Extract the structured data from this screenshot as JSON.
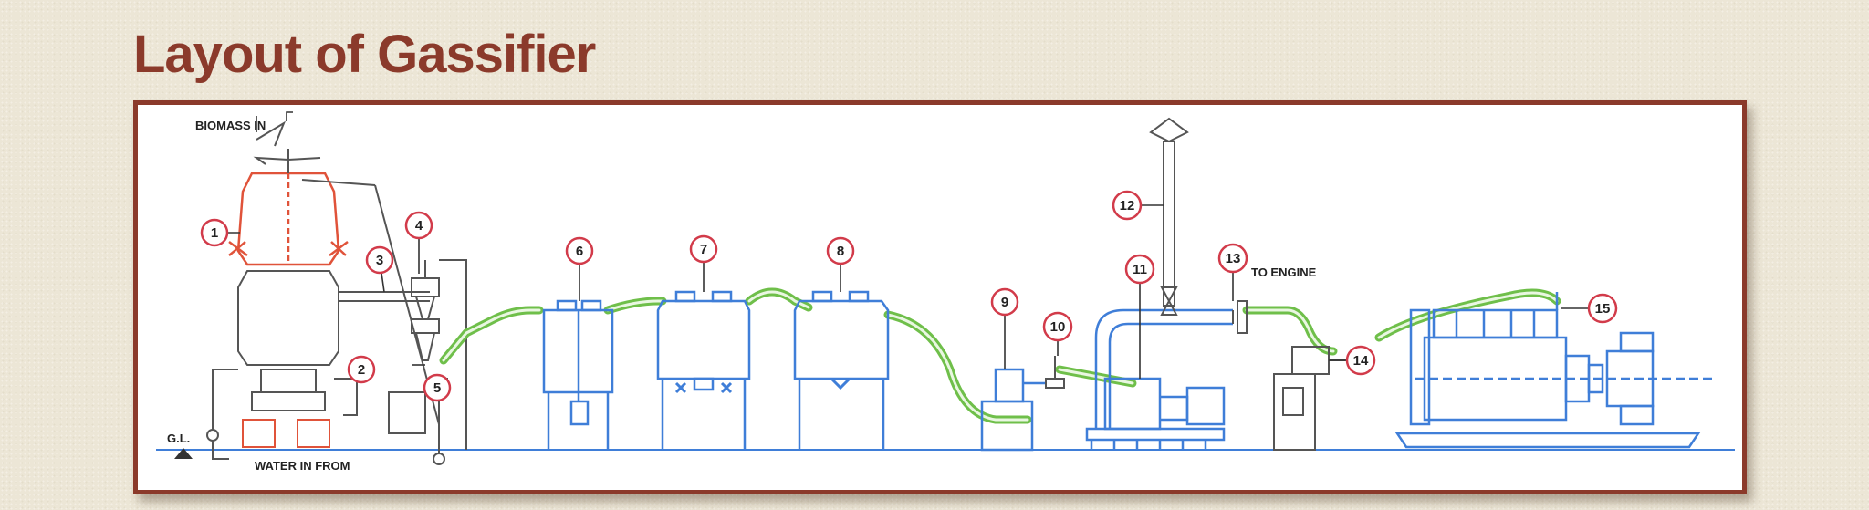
{
  "title": "Layout of Gassifier",
  "labels": {
    "biomass_in": "BIOMASS IN",
    "to_engine": "TO ENGINE",
    "gl": "G.L.",
    "water_in": "WATER IN FROM"
  },
  "callouts": [
    "1",
    "2",
    "3",
    "4",
    "5",
    "6",
    "7",
    "8",
    "9",
    "10",
    "11",
    "12",
    "13",
    "14",
    "15"
  ],
  "colors": {
    "title": "#8b3a2b",
    "frame": "#8b3a2b",
    "equipment": "#3f7ed8",
    "pipe": "#6fbf4a",
    "reactor": "#e0533a",
    "callout_ring": "#d23b4a"
  }
}
